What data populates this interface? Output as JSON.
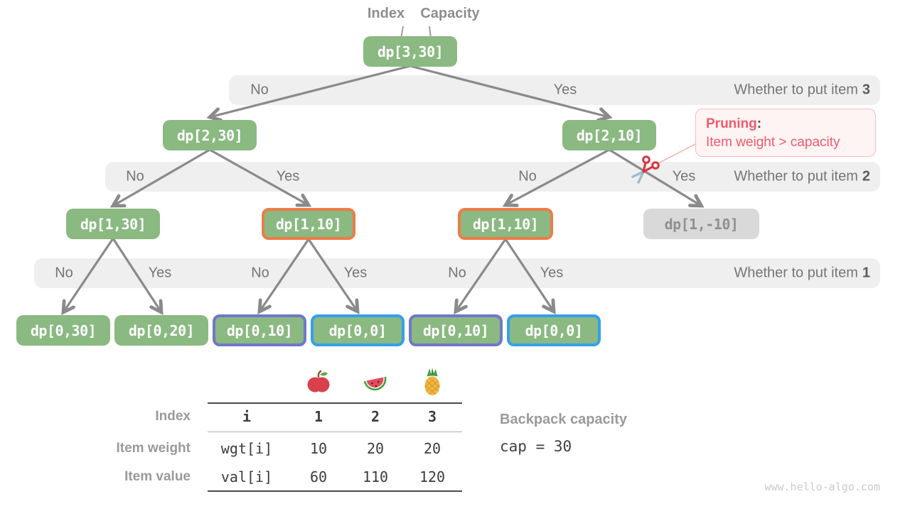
{
  "meta": {
    "watermark": "www.hello-algo.com"
  },
  "header": {
    "index_label": "Index",
    "capacity_label": "Capacity"
  },
  "tree": {
    "nodes": [
      {
        "id": "dp3-30",
        "label": "dp[3,30]",
        "style": "green"
      },
      {
        "id": "dp2-30",
        "label": "dp[2,30]",
        "style": "green"
      },
      {
        "id": "dp2-10",
        "label": "dp[2,10]",
        "style": "green"
      },
      {
        "id": "dp1-30",
        "label": "dp[1,30]",
        "style": "green"
      },
      {
        "id": "dp1-10a",
        "label": "dp[1,10]",
        "style": "orange"
      },
      {
        "id": "dp1-10b",
        "label": "dp[1,10]",
        "style": "orange"
      },
      {
        "id": "dp1-m10",
        "label": "dp[1,-10]",
        "style": "gray"
      },
      {
        "id": "dp0-30",
        "label": "dp[0,30]",
        "style": "green"
      },
      {
        "id": "dp0-20",
        "label": "dp[0,20]",
        "style": "green"
      },
      {
        "id": "dp0-10a",
        "label": "dp[0,10]",
        "style": "purple"
      },
      {
        "id": "dp0-0a",
        "label": "dp[0,0]",
        "style": "blue"
      },
      {
        "id": "dp0-10b",
        "label": "dp[0,10]",
        "style": "purple"
      },
      {
        "id": "dp0-0b",
        "label": "dp[0,0]",
        "style": "blue"
      }
    ],
    "edges": [
      [
        "dp3-30",
        "dp2-30"
      ],
      [
        "dp3-30",
        "dp2-10"
      ],
      [
        "dp2-30",
        "dp1-30"
      ],
      [
        "dp2-30",
        "dp1-10a"
      ],
      [
        "dp2-10",
        "dp1-10b"
      ],
      [
        "dp2-10",
        "dp1-m10"
      ],
      [
        "dp1-30",
        "dp0-30"
      ],
      [
        "dp1-30",
        "dp0-20"
      ],
      [
        "dp1-10a",
        "dp0-10a"
      ],
      [
        "dp1-10a",
        "dp0-0a"
      ],
      [
        "dp1-10b",
        "dp0-10b"
      ],
      [
        "dp1-10b",
        "dp0-0b"
      ]
    ],
    "bands": [
      {
        "caption": "Whether to put item",
        "item": "3",
        "labels": [
          "No",
          "Yes"
        ]
      },
      {
        "caption": "Whether to put item",
        "item": "2",
        "labels": [
          "No",
          "Yes",
          "No",
          "Yes"
        ]
      },
      {
        "caption": "Whether to put item",
        "item": "1",
        "labels": [
          "No",
          "Yes",
          "No",
          "Yes",
          "No",
          "Yes"
        ]
      }
    ]
  },
  "pruning": {
    "title": "Pruning",
    "colon": ":",
    "body": "Item weight > capacity"
  },
  "colors": {
    "node_green": "#8ab981",
    "border_orange": "#ee7b47",
    "border_purple": "#7077c9",
    "border_blue": "#34a0ec",
    "node_gray": "#d9d9d9",
    "band_gray": "#efefef",
    "edge_gray": "#8a8a8a",
    "pruning_pink": "#f15b6e"
  },
  "icons": {
    "scissors": "scissors-icon",
    "fruits": [
      "apple-icon",
      "watermelon-icon",
      "pineapple-icon"
    ]
  },
  "table": {
    "row_labels": [
      "Index",
      "Item weight",
      "Item value"
    ],
    "header": [
      "i",
      "1",
      "2",
      "3"
    ],
    "rows": [
      [
        "wgt[i]",
        "10",
        "20",
        "20"
      ],
      [
        "val[i]",
        "60",
        "110",
        "120"
      ]
    ]
  },
  "capacity": {
    "label": "Backpack capacity",
    "value": "cap = 30"
  }
}
